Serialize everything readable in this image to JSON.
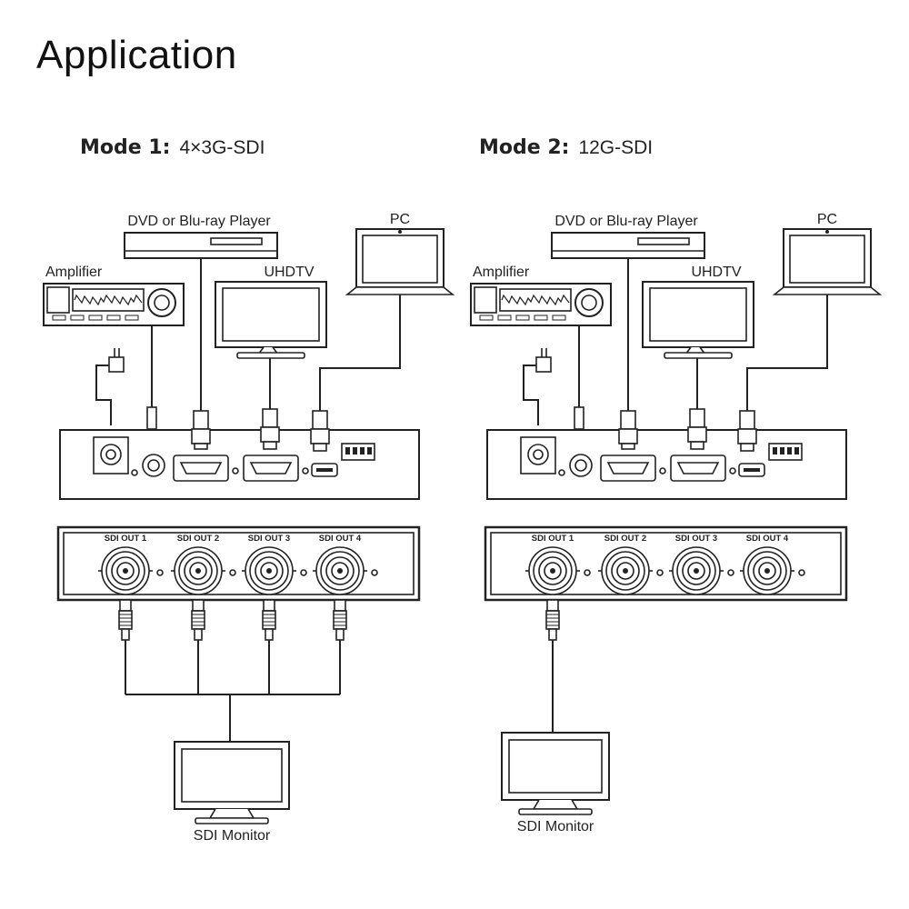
{
  "title": "Application",
  "modes": [
    {
      "label": "Mode 1:",
      "value": "4×3G-SDI",
      "devices": {
        "player": "DVD or Blu-ray Player",
        "pc": "PC",
        "amplifier": "Amplifier",
        "tv": "UHDTV",
        "monitor": "SDI Monitor"
      },
      "sdi_ports": [
        "SDI OUT 1",
        "SDI OUT 2",
        "SDI OUT 3",
        "SDI OUT 4"
      ],
      "connected_ports": [
        1,
        2,
        3,
        4
      ]
    },
    {
      "label": "Mode 2:",
      "value": "12G-SDI",
      "devices": {
        "player": "DVD or Blu-ray Player",
        "pc": "PC",
        "amplifier": "Amplifier",
        "tv": "UHDTV",
        "monitor": "SDI Monitor"
      },
      "sdi_ports": [
        "SDI OUT 1",
        "SDI OUT 2",
        "SDI OUT 3",
        "SDI OUT 4"
      ],
      "connected_ports": [
        1
      ]
    }
  ]
}
